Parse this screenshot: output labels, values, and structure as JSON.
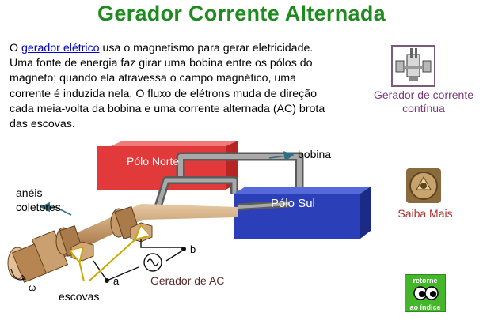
{
  "title": "Gerador Corrente Alternada",
  "intro": {
    "prefix": "O ",
    "link": "gerador elétrico",
    "body": " usa o magnetismo para gerar eletricidade. Uma fonte de energia faz girar uma bobina entre os pólos do magneto; quando ela atravessa o campo magnético, uma corrente é induzida  nela. O fluxo de elétrons muda de direção cada meia-volta da bobina e uma corrente alternada (AC) brota das escovas."
  },
  "side": {
    "dc_label": "Gerador de corrente contínua",
    "saiba_label": "Saiba Mais",
    "retorne_top": "retorne",
    "retorne_bottom": "ao índice"
  },
  "diagram": {
    "polo_norte": "Pólo Norte",
    "polo_sul": "Pólo Sul",
    "bobina": "bobina",
    "aneis_1": "anéis",
    "aneis_2": "coletores",
    "escovas": "escovas",
    "gerador_ac": "Gerador de AC",
    "omega": "ω",
    "terminal_a": "a",
    "terminal_b": "b"
  },
  "colors": {
    "title": "#1f8a1f",
    "polo_norte": "#e23a3a",
    "polo_sul": "#2b3fb8",
    "link": "#0000cc"
  }
}
